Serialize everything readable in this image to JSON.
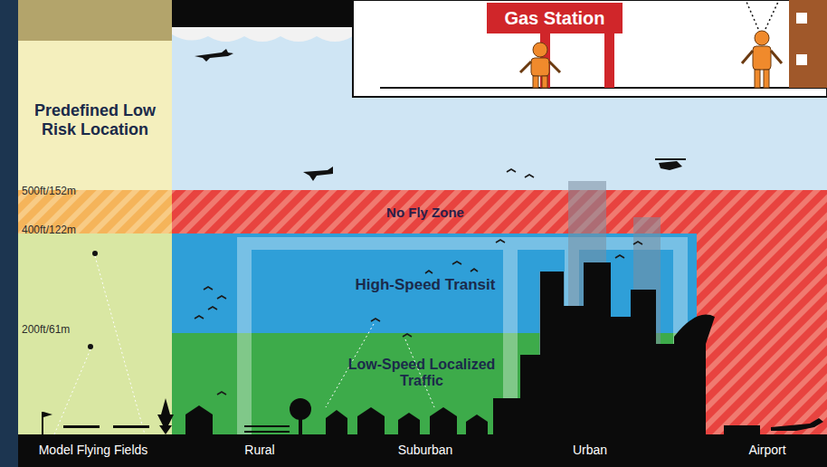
{
  "diagram": {
    "nodes": [
      {
        "text": [
          "Predefined Low Risk Location"
        ]
      },
      {
        "text": [
          "No Fly Zone"
        ]
      },
      {
        "text": [
          "High-Speed Transit"
        ]
      },
      {
        "text": [
          "Low-Speed Localized Traffic"
        ]
      },
      {
        "text": [
          "Gas Station"
        ]
      }
    ],
    "labels": [
      "500ft/152m",
      "400ft/122m",
      "200ft/61m",
      "Model Flying Fields",
      "Rural",
      "Suburban",
      "Urban",
      "Airport"
    ]
  }
}
